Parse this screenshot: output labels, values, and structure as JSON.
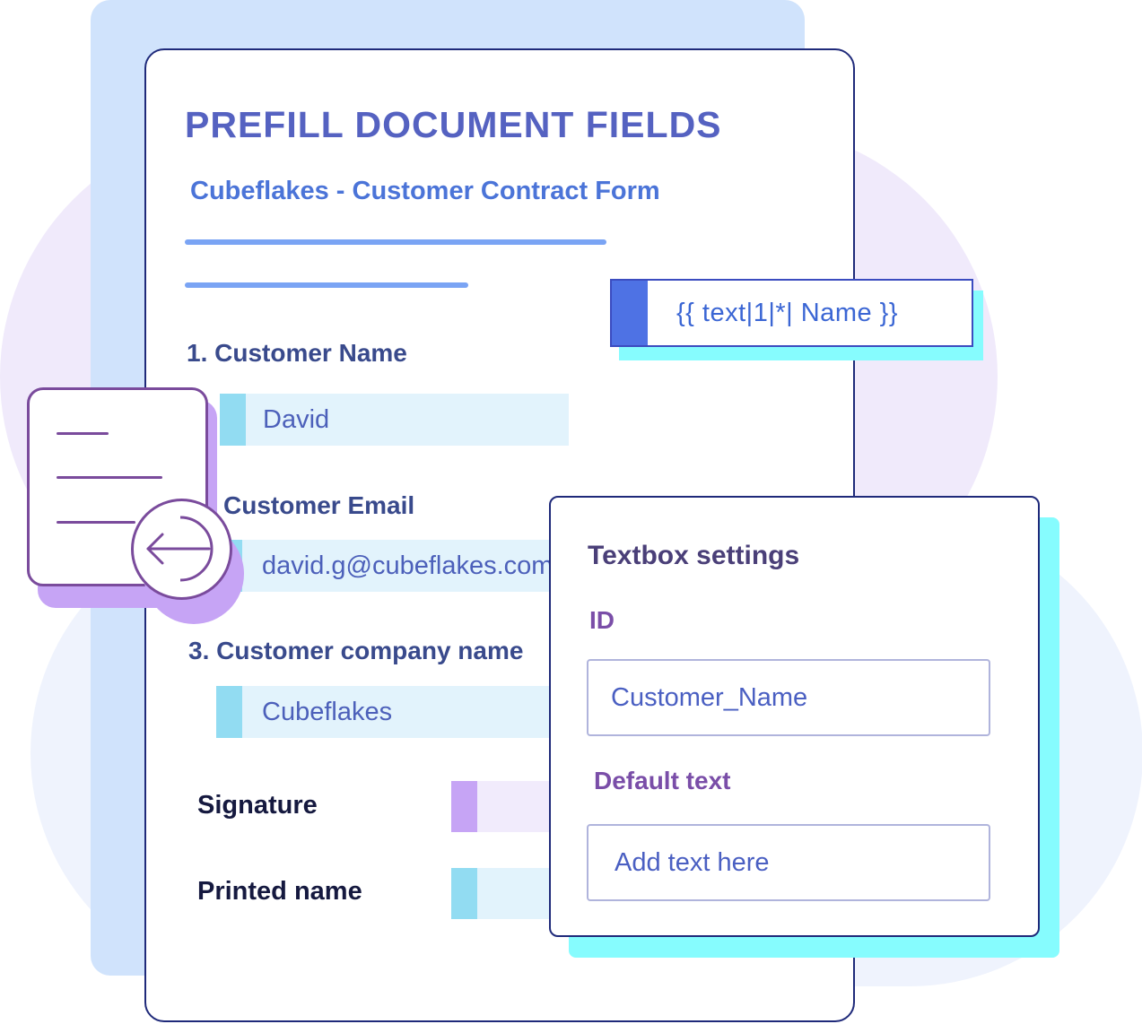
{
  "document": {
    "title": "PREFILL DOCUMENT FIELDS",
    "subtitle": "Cubeflakes - Customer Contract Form",
    "fields": [
      {
        "label": "1. Customer Name",
        "value": "David"
      },
      {
        "label": "Customer Email",
        "value": "david.g@cubeflakes.com"
      },
      {
        "label": "3. Customer company name",
        "value": "Cubeflakes"
      }
    ],
    "signature_label": "Signature",
    "printed_name_label": "Printed name"
  },
  "template_tag": "{{  text|1|*|  Name }}",
  "settings_panel": {
    "title": "Textbox settings",
    "id_label": "ID",
    "id_value": "Customer_Name",
    "default_text_label": "Default text",
    "default_text_placeholder": "Add text here"
  },
  "colors": {
    "accent_blue": "#4e72e4",
    "cyan_shadow": "#86fcfe",
    "purple_icon": "#7a4b9c",
    "field_fill": "#e2f3fc"
  },
  "icons": {
    "document": "document-icon",
    "return": "return-arrow-icon"
  }
}
